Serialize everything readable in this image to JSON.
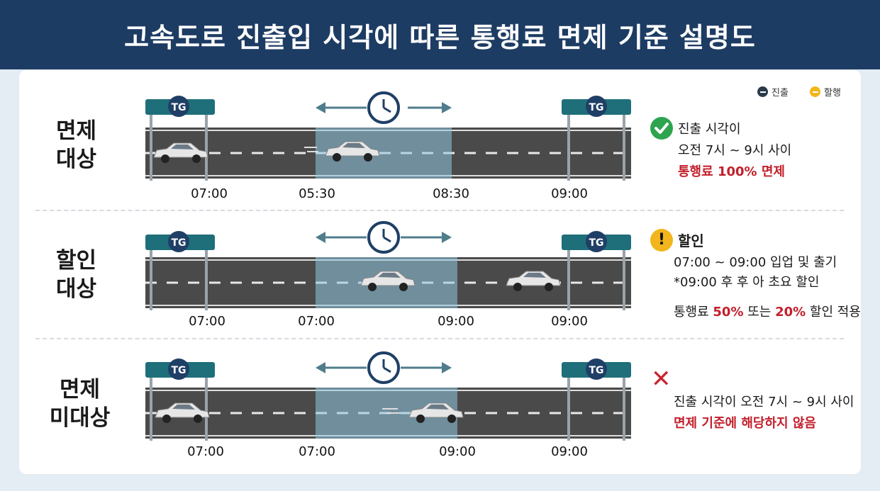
{
  "title": "고속도로 진출입 시각에 따른 통행료 면제 기준 설명도",
  "legend": [
    {
      "label": "진출",
      "color": "#2b3a4a"
    },
    {
      "label": "할행",
      "color": "#f2b51b"
    }
  ],
  "colors": {
    "header": "#1d3c63",
    "road": "#4a4a4a",
    "window": "#8fc7e0",
    "sign": "#1f6f7a",
    "accent_red": "#c21f2b"
  },
  "rows": [
    {
      "label_line1": "면제",
      "label_line2": "대상",
      "sign": "TG",
      "times": [
        "07:00",
        "05:30",
        "08:30",
        "09:00"
      ],
      "status_icon": "check-icon",
      "info_title": "진출 시각이",
      "info_line2": "오전 7시 ~ 9시 사이",
      "info_highlight": "통행료 100% 면제"
    },
    {
      "label_line1": "할인",
      "label_line2": "대상",
      "sign": "TG",
      "times": [
        "07:00",
        "07:00",
        "09:00",
        "09:00"
      ],
      "status_icon": "warning-icon",
      "info_title": "할인",
      "info_line2": "07:00 ~ 09:00 입업 및 출기",
      "info_line3": "*09:00 후 후 아 초요 할인",
      "info_pre": "통행료 ",
      "info_pct1": "50%",
      "info_mid": " 또는 ",
      "info_pct2": "20%",
      "info_post": " 할인 적용"
    },
    {
      "label_line1": "면제",
      "label_line2": "미대상",
      "sign": "TG",
      "times": [
        "07:00",
        "07:00",
        "09:00",
        "09:00"
      ],
      "status_icon": "x-icon",
      "info_line2": "진출 시각이 오전 7시 ~ 9시 사이",
      "info_highlight": "면제 기준에 해당하지 않음"
    }
  ]
}
